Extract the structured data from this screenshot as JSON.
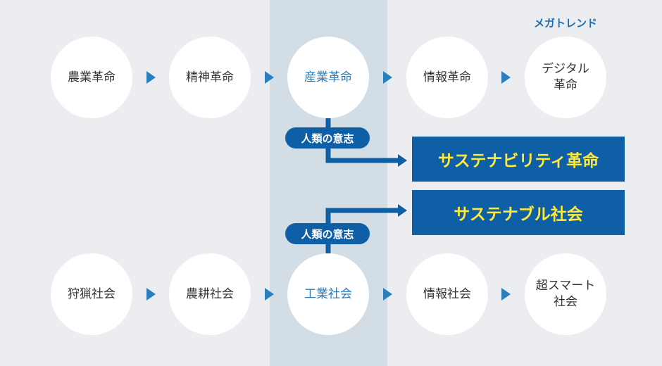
{
  "megatrend_label": "メガトレンド",
  "top_row": [
    "農業革命",
    "精神革命",
    "産業革命",
    "情報革命",
    "デジタル\n革命"
  ],
  "bottom_row": [
    "狩猟社会",
    "農耕社会",
    "工業社会",
    "情報社会",
    "超スマート\n社会"
  ],
  "will_label_top": "人類の意志",
  "will_label_bottom": "人類の意志",
  "outcome_top": "サステナビリティ革命",
  "outcome_bottom": "サステナブル社会",
  "colors": {
    "accent": "#0f5fa6",
    "highlight_text": "#2a7ab8",
    "outcome_text": "#ffe93a",
    "band": "#d3dde6"
  }
}
